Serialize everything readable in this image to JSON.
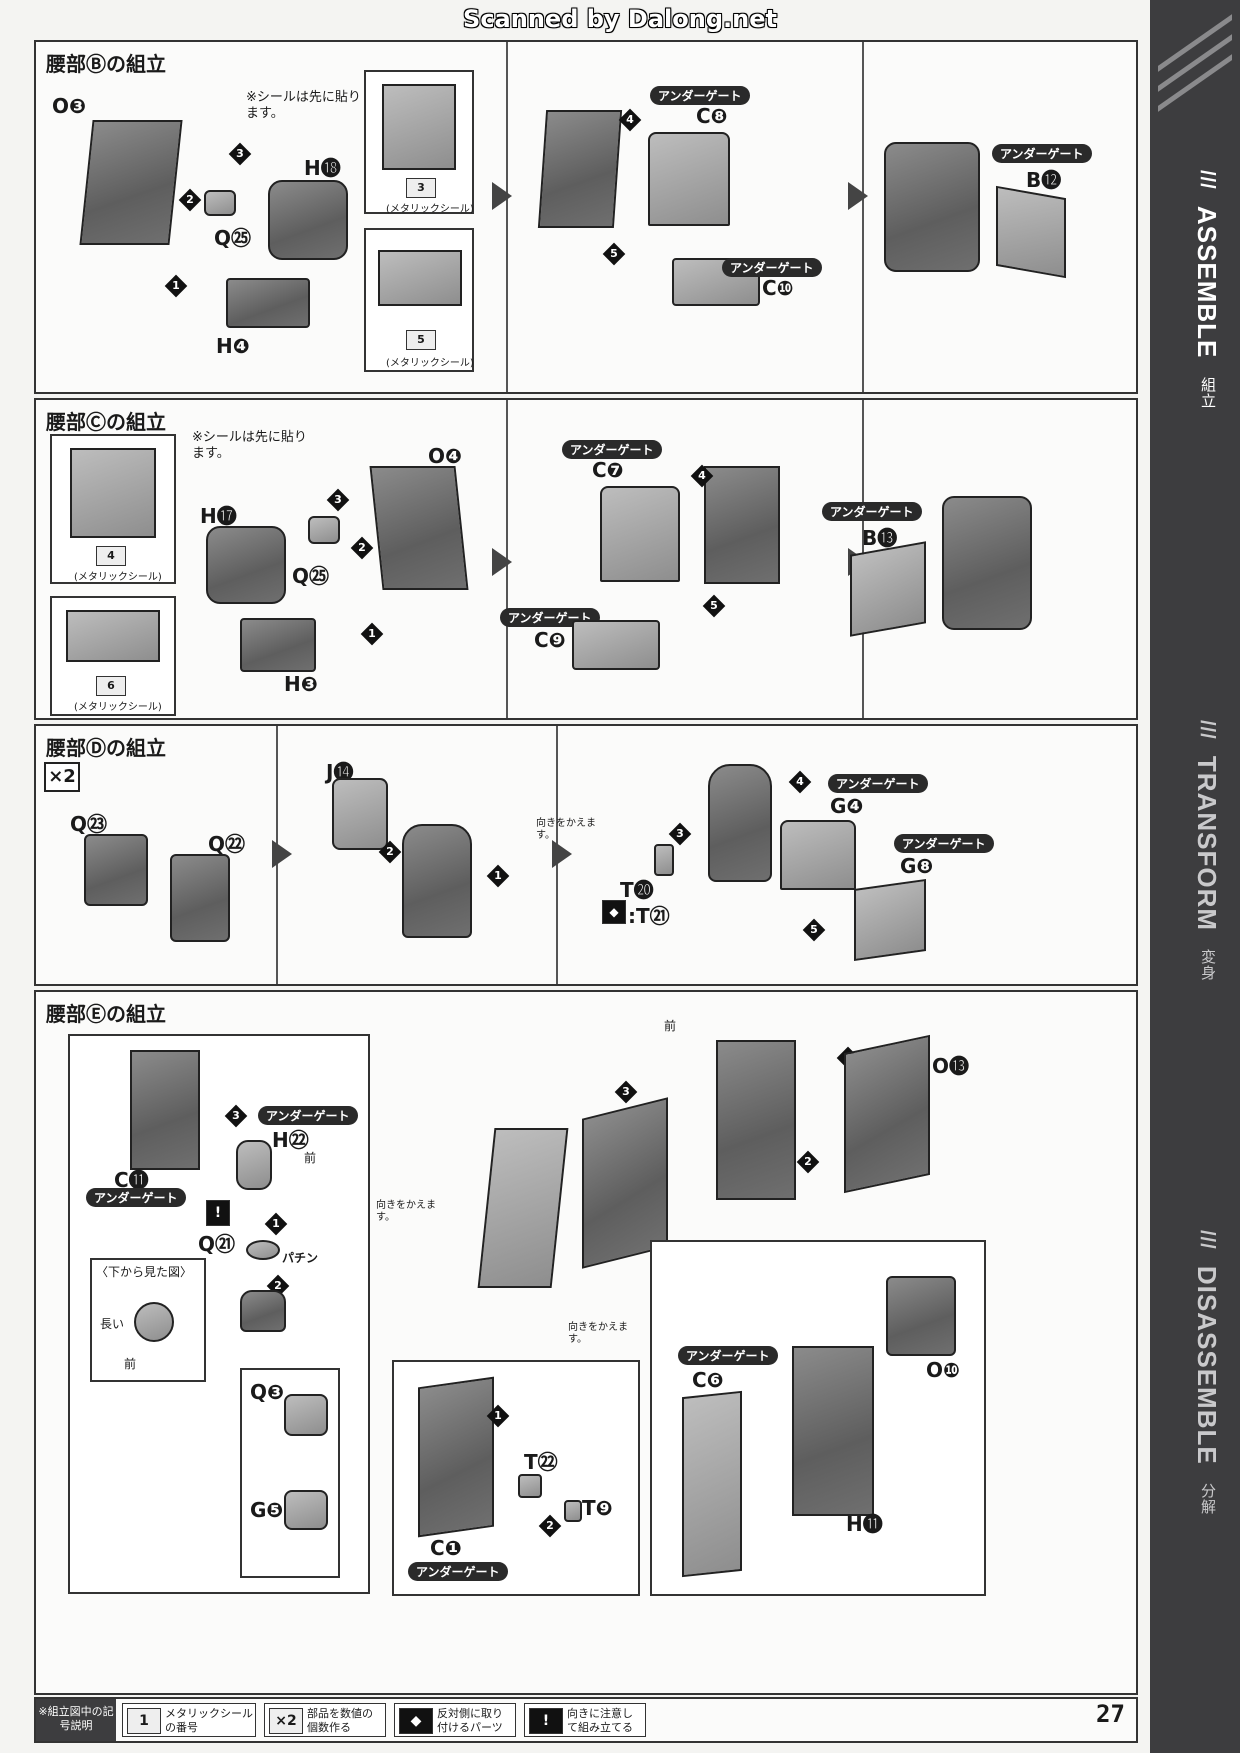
{
  "banner": "Scanned by Dalong.net",
  "sidebar": {
    "assemble": "ASSEMBLE",
    "assemble_sub": "組立",
    "transform": "TRANSFORM",
    "transform_sub": "変身",
    "disassemble": "DISASSEMBLE",
    "disassemble_sub": "分解"
  },
  "notes": {
    "sticker_first": "※シールは先に貼ります。",
    "metallic_sticker": "(メタリックシール)",
    "turn_over": "向きをかえます。",
    "bottom_view": "〈下から見た図〉",
    "long": "長い",
    "front": "前",
    "snap": "パチン"
  },
  "gate_label": "アンダーゲート",
  "sections": {
    "b": {
      "title": "腰部Ⓑの組立",
      "parts": [
        "O❸",
        "H⓲",
        "Q㉕",
        "H❹",
        "C❽",
        "C❿",
        "B⓬"
      ],
      "stickers": [
        "3",
        "5"
      ],
      "steps": [
        "1",
        "2",
        "3",
        "4",
        "5"
      ]
    },
    "c": {
      "title": "腰部Ⓒの組立",
      "parts": [
        "O❹",
        "H⓱",
        "Q㉕",
        "H❸",
        "C❼",
        "C❾",
        "B⓭"
      ],
      "stickers": [
        "4",
        "6"
      ],
      "steps": [
        "1",
        "2",
        "3",
        "4",
        "5"
      ]
    },
    "d": {
      "title": "腰部Ⓓの組立",
      "multiplier": "×2",
      "parts": [
        "Q㉓",
        "Q㉒",
        "J⓮",
        "T⓴",
        ":T㉑",
        "G❹",
        "G❽"
      ],
      "steps": [
        "1",
        "2",
        "3",
        "4",
        "5"
      ]
    },
    "e": {
      "title": "腰部Ⓔの組立",
      "parts": [
        "C⓫",
        "H㉒",
        "Q㉑",
        "Q❸",
        "G❺",
        "O⓭",
        "C❶",
        "T㉒",
        "T❾",
        "C❻",
        "O❿",
        "H⓫"
      ],
      "steps": [
        "1",
        "2",
        "3"
      ]
    }
  },
  "legend": {
    "head": "※組立図中の記号説明",
    "items": [
      {
        "icon": "1",
        "text": "メタリックシールの番号"
      },
      {
        "icon": "×2",
        "text": "部品を数値の個数作る"
      },
      {
        "icon": "◆",
        "text": "反対側に取り付けるパーツ"
      },
      {
        "icon": "!",
        "text": "向きに注意して組み立てる"
      }
    ]
  },
  "page_number": "27"
}
